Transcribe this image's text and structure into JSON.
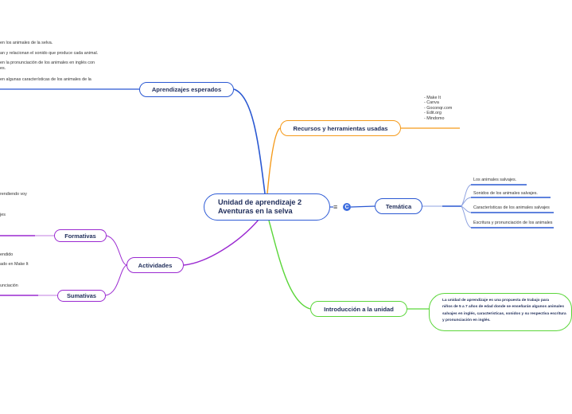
{
  "central": {
    "line1": "Unidad de aprendizaje 2",
    "line2": "Aventuras en la selva"
  },
  "branches": {
    "aprendizajes": {
      "label": "Aprendizajes esperados",
      "color": "#2a58d2",
      "items": [
        "en los animales de la selva.",
        "an y relacionan el sonido que produce cada animal.",
        "en la pronunciación de los animales en inglés con",
        "es.",
        "en algunas características de los animales de la"
      ]
    },
    "recursos": {
      "label": "Recursos y herramientas usadas",
      "color": "#f59a1a",
      "items": [
        "- Make It",
        "- Canva",
        "- Goconqr.com",
        "- Edit.org",
        "- Mindomo"
      ]
    },
    "tematica": {
      "label": "Temática",
      "color": "#2a58d2",
      "items": [
        "Los animales salvajes.",
        "Sonidos de los animales salvajes.",
        "Características de los animales salvajes",
        "Escritura y pronunciación de los animales"
      ]
    },
    "introduccion": {
      "label": "Introducción a la unidad",
      "color": "#5bd63a",
      "text_lines": [
        "La unidad de aprendizaje es una propuesta de trabajo para",
        "niños de 5 a 7 años de edad donde se enseñarán algunos animales",
        "salvajes en inglés, características, sonidos y su respectiva escritura",
        "y pronunciación en inglés."
      ]
    },
    "actividades": {
      "label": "Actividades",
      "color": "#9b2ad1",
      "formativas": {
        "label": "Formativas",
        "items": [
          "rendiendo voy",
          "jes"
        ]
      },
      "sumativas": {
        "label": "Sumativas",
        "items": [
          "endido",
          "ado en Make It",
          "unciación"
        ]
      }
    }
  },
  "controls": {
    "menu_icon": "≡",
    "toggle_icon": "C"
  }
}
